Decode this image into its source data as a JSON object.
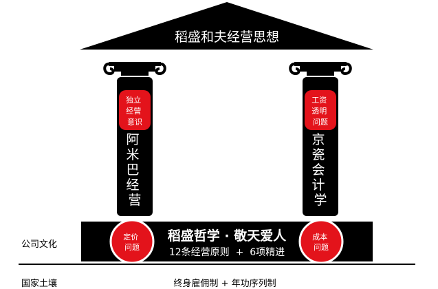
{
  "roof": {
    "title": "稻盛和夫经营思想"
  },
  "pillars": {
    "left": {
      "badge_lines": [
        "独立",
        "经营",
        "意识"
      ],
      "text_chars": [
        "阿",
        "米",
        "巴",
        "经",
        "营"
      ]
    },
    "right": {
      "badge_lines": [
        "工资",
        "透明",
        "问题"
      ],
      "text_chars": [
        "京",
        "瓷",
        "会",
        "计",
        "学"
      ]
    }
  },
  "foundation": {
    "main_text": "稻盛哲学 · 敬天爱人",
    "sub_text": "12条经营原则  +  6项精进",
    "left_badge_lines": [
      "定价",
      "问题"
    ],
    "right_badge_lines": [
      "成本",
      "问题"
    ]
  },
  "side_labels": {
    "culture": "公司文化",
    "soil": "国家土壤"
  },
  "soil_text": "终身雇佣制 + 年功序列制",
  "colors": {
    "black": "#000000",
    "red": "#e3131b",
    "white": "#ffffff"
  }
}
